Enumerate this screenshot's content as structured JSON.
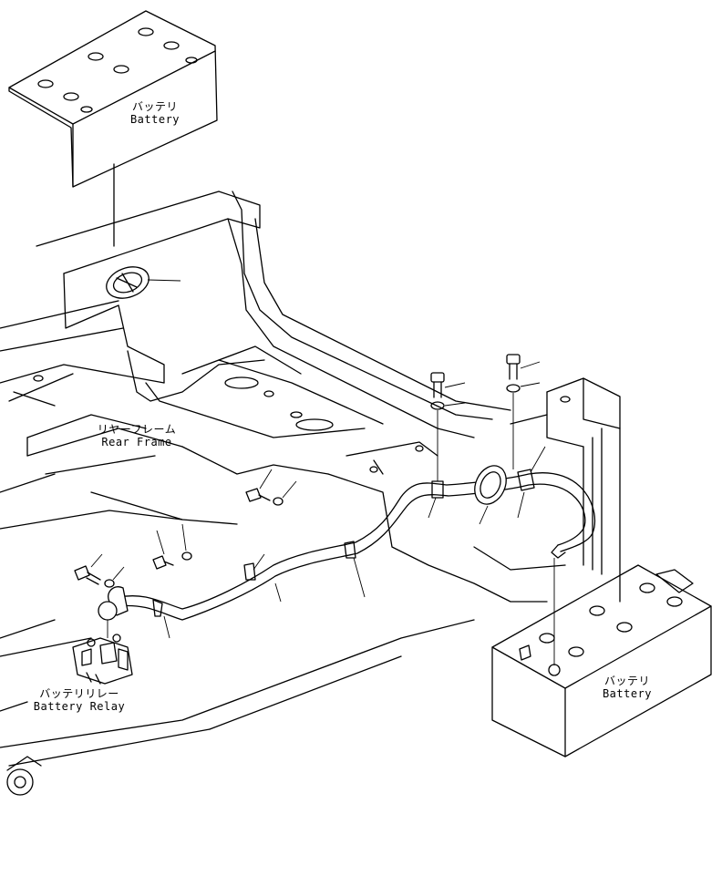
{
  "labels": {
    "battery_top": {
      "jp": "バッテリ",
      "en": "Battery"
    },
    "rear_frame": {
      "jp": "リヤーフレーム",
      "en": "Rear Frame"
    },
    "battery_relay": {
      "jp": "バッテリリレー",
      "en": "Battery Relay"
    },
    "battery_bottom": {
      "jp": "バッテリ",
      "en": "Battery"
    }
  }
}
